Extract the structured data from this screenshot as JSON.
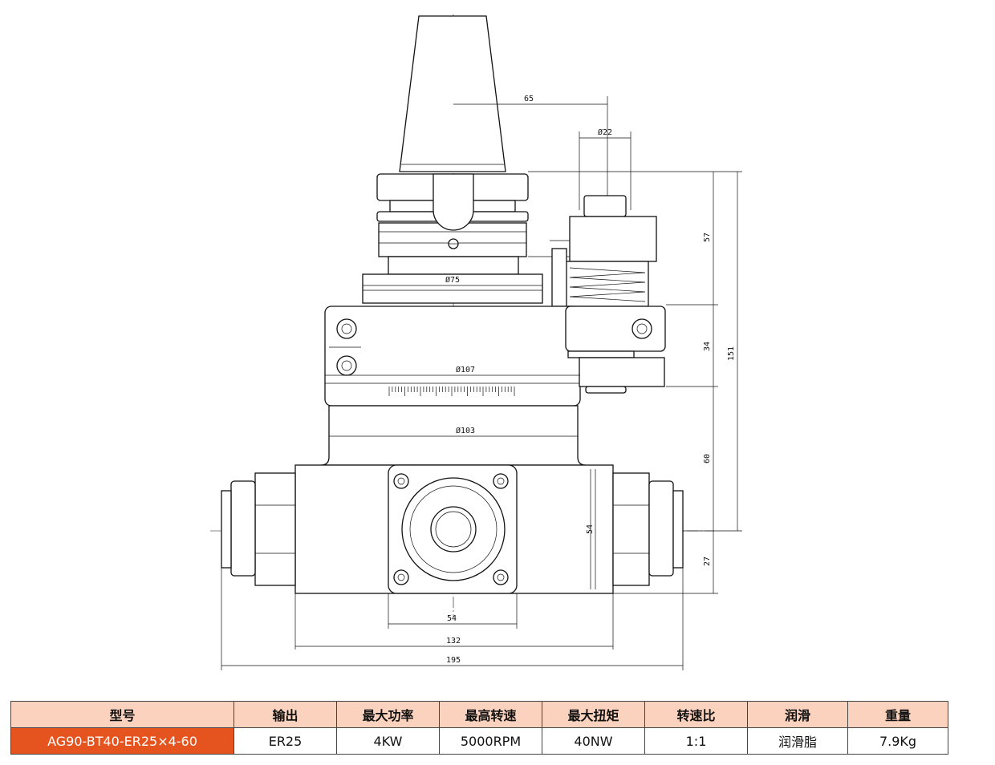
{
  "drawing": {
    "dimensions": {
      "d65": "65",
      "d22": "Ø22",
      "d75": "Ø75",
      "d107": "Ø107",
      "d103": "Ø103",
      "d57": "57",
      "d34": "34",
      "d151": "151",
      "d60": "60",
      "d27": "27",
      "d54v": "54",
      "d54h": "54",
      "d132": "132",
      "d195": "195"
    }
  },
  "spec_table": {
    "headers": [
      "型号",
      "输出",
      "最大功率",
      "最高转速",
      "最大扭矩",
      "转速比",
      "润滑",
      "重量"
    ],
    "row": [
      "AG90-BT40-ER25×4-60",
      "ER25",
      "4KW",
      "5000RPM",
      "40NW",
      "1:1",
      "润滑脂",
      "7.9Kg"
    ],
    "colors": {
      "header_bg": "#fbd2bd",
      "model_bg": "#e5541e"
    }
  }
}
